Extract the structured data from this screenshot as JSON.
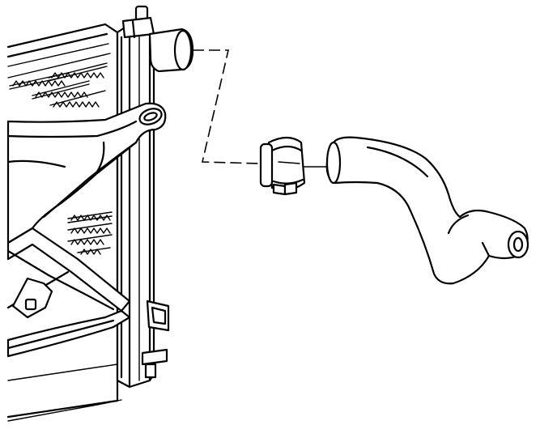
{
  "diagram": {
    "colors": {
      "ink": "#000000",
      "paper": "#ffffff"
    },
    "parts": [
      "radiator",
      "radiator-filler-neck",
      "radiator-inlet-pipe",
      "fan-shroud-bracket",
      "hose-clamp",
      "radiator-inlet-hose"
    ]
  }
}
